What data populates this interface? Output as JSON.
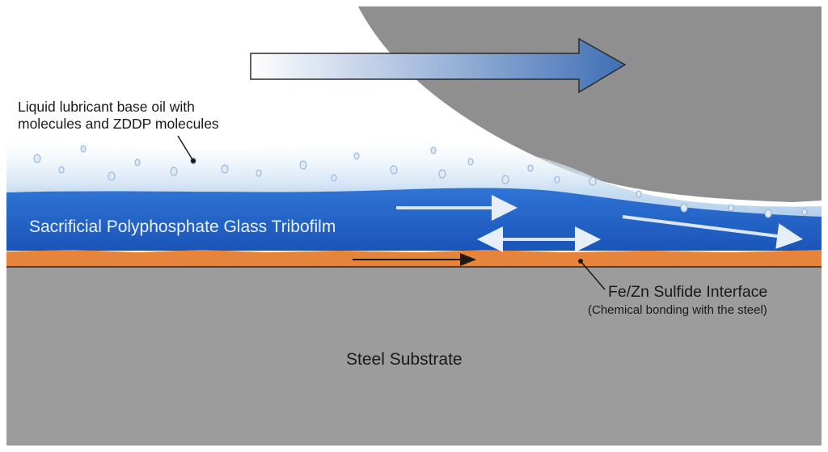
{
  "labels": {
    "oil_line1": "Liquid lubricant base oil with",
    "oil_line2": "molecules and ZDDP molecules",
    "tribofilm": "Sacrificial Polyphosphate Glass Tribofilm",
    "interface": "Fe/Zn Sulfide Interface",
    "interface_sub": "(Chemical bonding with the steel)",
    "substrate": "Steel Substrate"
  },
  "colors": {
    "steel": "#9c9c9c",
    "counterface": "#8f8f8f",
    "tribofilm": "#1f5fc4",
    "oil": "#d8e8f6",
    "interface": "#e5843a",
    "motion_arrow": "#3f6fb5"
  }
}
